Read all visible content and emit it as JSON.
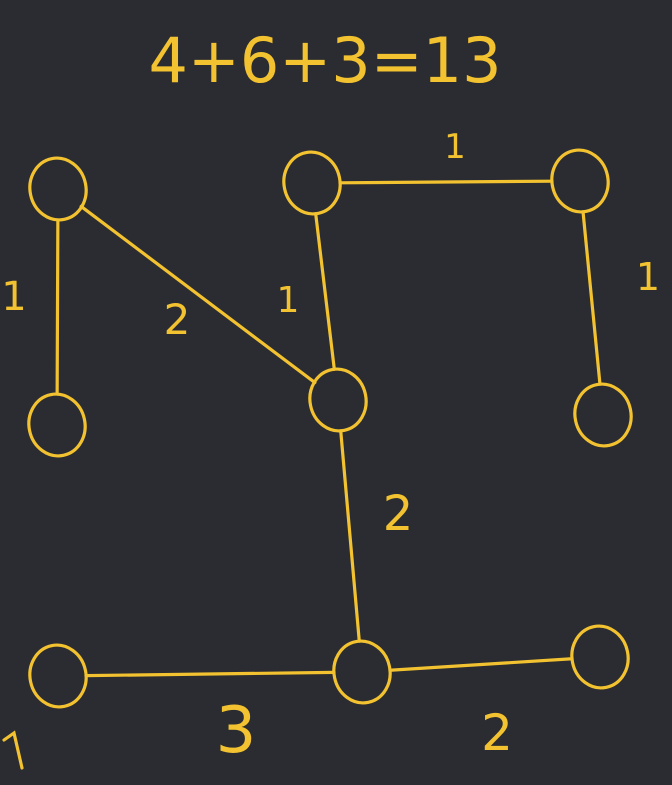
{
  "equation": "4+6+3=13",
  "colors": {
    "background": "#2b2c31",
    "ink": "#f2c230"
  },
  "nodes": [
    "n1",
    "n2",
    "n3",
    "n4",
    "n5",
    "n6",
    "n7",
    "n8",
    "n9",
    "n10"
  ],
  "edges": [
    {
      "id": "e-n1-n2",
      "from": "n1",
      "to": "n2",
      "weight": "1"
    },
    {
      "id": "e-n1-n4",
      "from": "n1",
      "to": "n4",
      "weight": "2"
    },
    {
      "id": "e-n3-n4",
      "from": "n3",
      "to": "n4",
      "weight": "1"
    },
    {
      "id": "e-n3-n5",
      "from": "n3",
      "to": "n5",
      "weight": "1"
    },
    {
      "id": "e-n5-n6",
      "from": "n5",
      "to": "n6",
      "weight": "1"
    },
    {
      "id": "e-n4-n8",
      "from": "n4",
      "to": "n8",
      "weight": "2"
    },
    {
      "id": "e-n7-n8",
      "from": "n7",
      "to": "n8",
      "weight": "3"
    },
    {
      "id": "e-n8-n9",
      "from": "n8",
      "to": "n9",
      "weight": "2"
    }
  ]
}
